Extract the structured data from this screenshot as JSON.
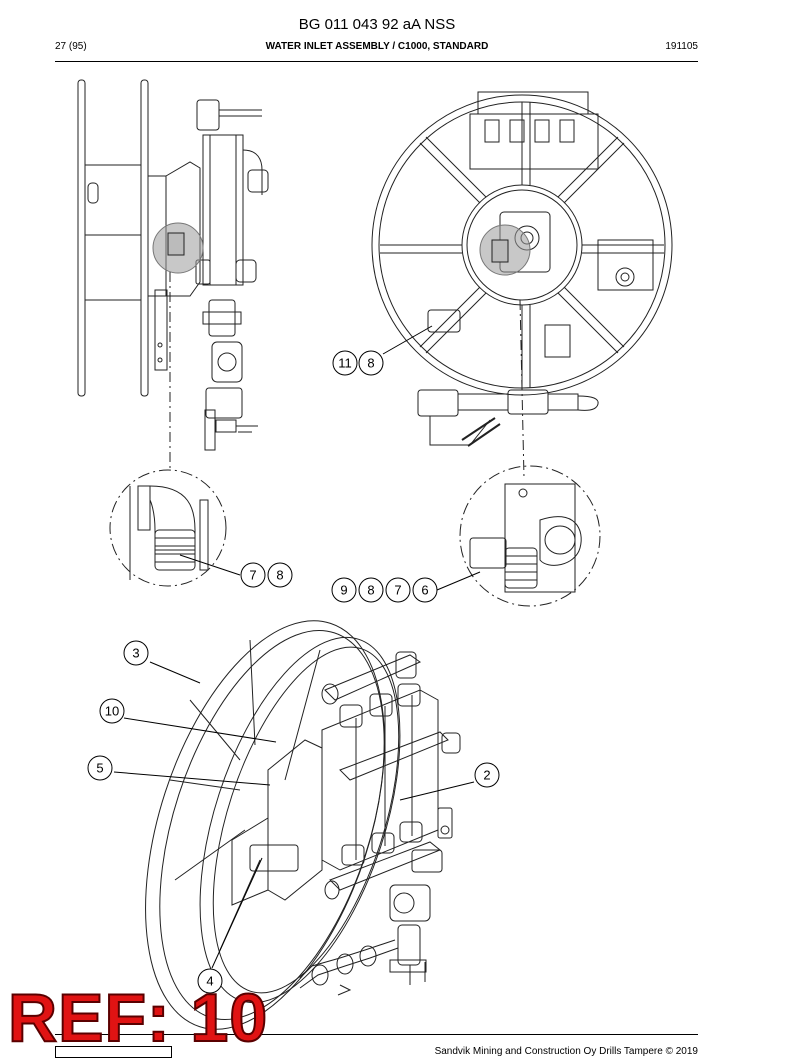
{
  "header": {
    "doc_id": "BG 011 043 92 aA NSS",
    "page": "27 (95)",
    "title": "WATER INLET ASSEMBLY / C1000, STANDARD",
    "date": "191105"
  },
  "callouts": {
    "front_view": [
      "11",
      "8"
    ],
    "detail_left": [
      "7",
      "8"
    ],
    "detail_right": [
      "9",
      "8",
      "7",
      "6"
    ],
    "iso_view": [
      "3",
      "10",
      "5",
      "2",
      "4"
    ]
  },
  "stamp": "REF: 10",
  "footer": {
    "copyright": "Sandvik Mining and Construction Oy Drills Tampere © 2019"
  }
}
